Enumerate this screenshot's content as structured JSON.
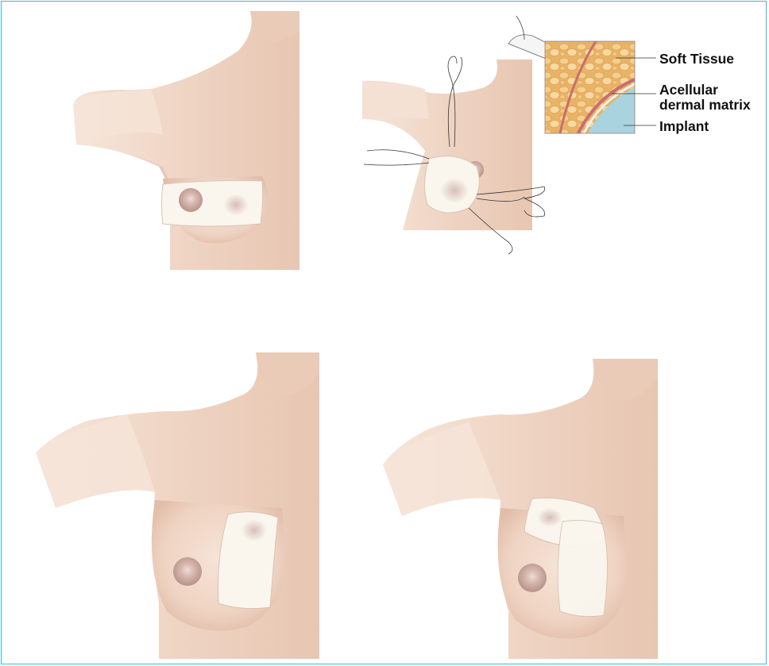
{
  "figure": {
    "panels": [
      {
        "id": "panel-1",
        "description_ref": "front view with horizontal matrix on lower breast"
      },
      {
        "id": "panel-2",
        "description_ref": "matrix sutured under breast with inset cross-section"
      },
      {
        "id": "panel-3",
        "description_ref": "oblique view with vertical matrix"
      },
      {
        "id": "panel-4",
        "description_ref": "oblique view with two overlapping matrix pieces"
      }
    ],
    "inset_labels": {
      "soft_tissue": "Soft Tissue",
      "acellular_dermal_matrix": "Acellular dermal matrix",
      "implant": "Implant"
    },
    "colors": {
      "frame": "#46b3d0",
      "skin": "#efd6c6",
      "skin_shadow": "#d9b8a6",
      "matrix": "#faf6ee",
      "nipple": "#c9a9a2",
      "soft_tissue": "#e8b46a",
      "implant": "#a9d3de"
    }
  }
}
